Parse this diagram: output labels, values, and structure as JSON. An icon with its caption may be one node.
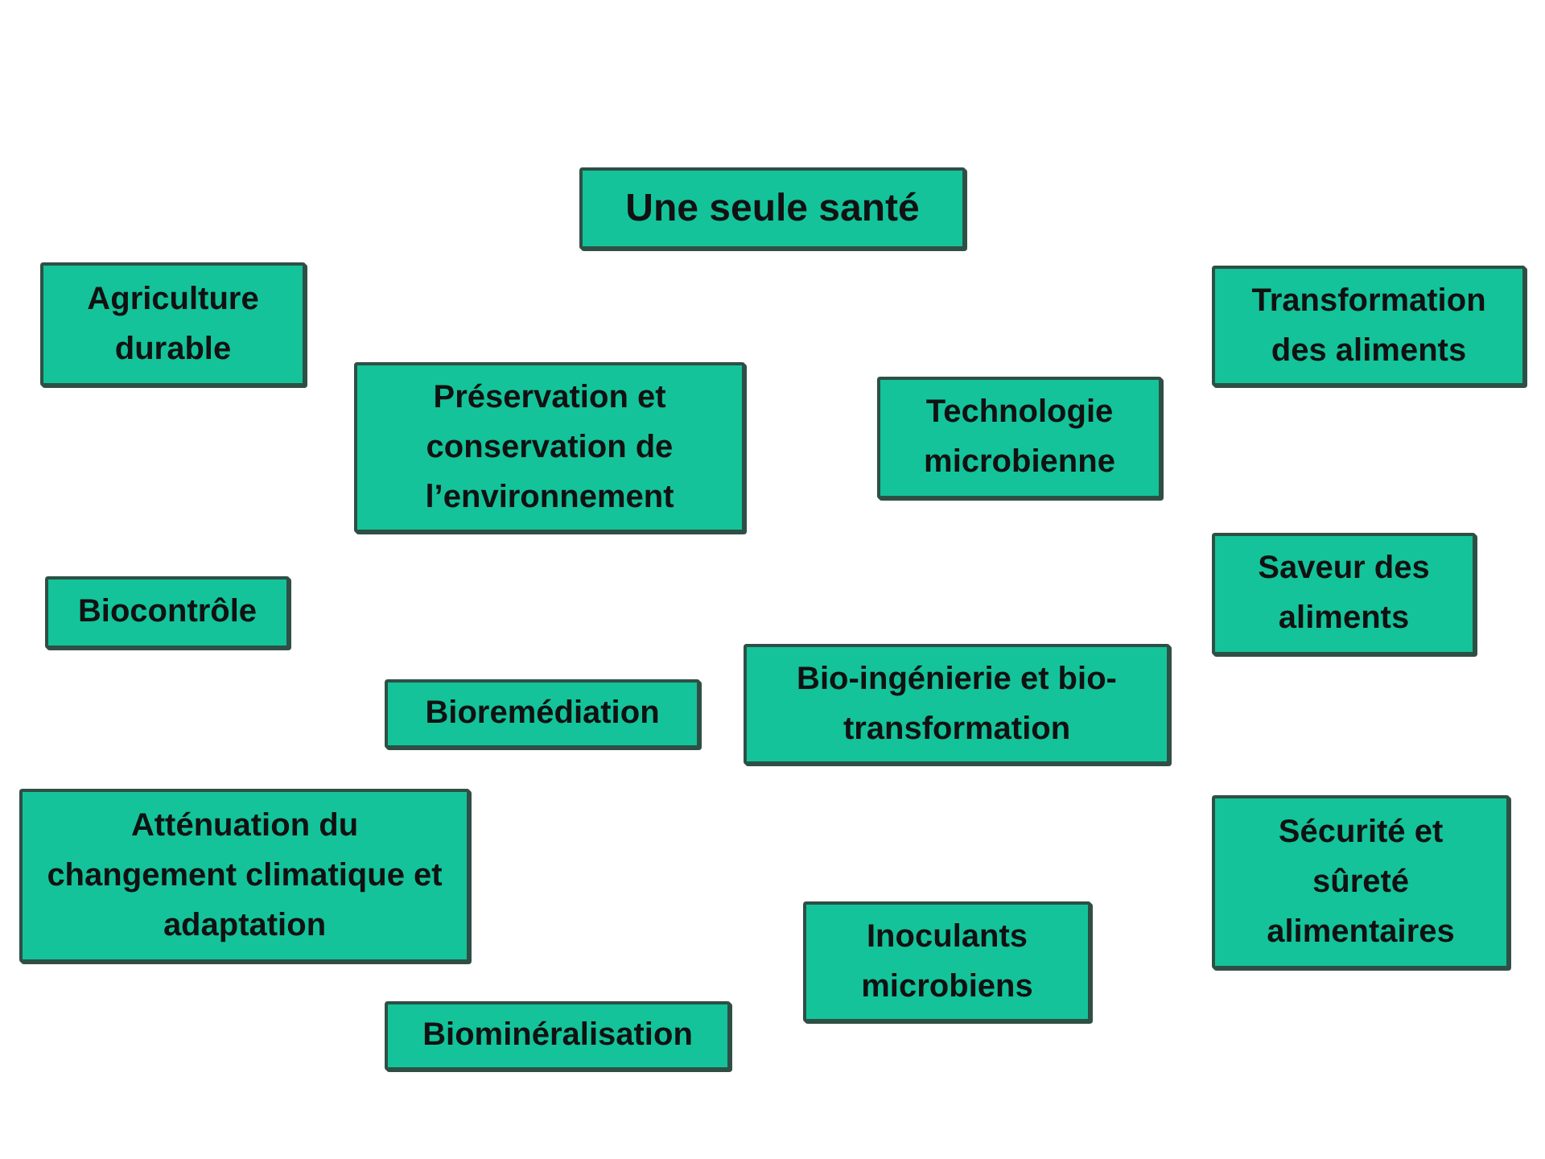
{
  "diagram": {
    "nodes": [
      {
        "text": [
          "Une seule santé"
        ]
      },
      {
        "text": [
          "Agriculture durable"
        ]
      },
      {
        "text": [
          "Transformation des aliments"
        ]
      },
      {
        "text": [
          "Préservation et conservation de l’environnement"
        ]
      },
      {
        "text": [
          "Technologie microbienne"
        ]
      },
      {
        "text": [
          "Saveur des aliments"
        ]
      },
      {
        "text": [
          "Biocontrôle"
        ]
      },
      {
        "text": [
          "Bioremédiation"
        ]
      },
      {
        "text": [
          "Bio-ingénierie et bio-transformation"
        ]
      },
      {
        "text": [
          "Atténuation du changement climatique et adaptation"
        ]
      },
      {
        "text": [
          "Sécurité et sûreté alimentaires"
        ]
      },
      {
        "text": [
          "Inoculants microbiens"
        ]
      },
      {
        "text": [
          "Biominéralisation"
        ]
      }
    ],
    "edges": []
  }
}
